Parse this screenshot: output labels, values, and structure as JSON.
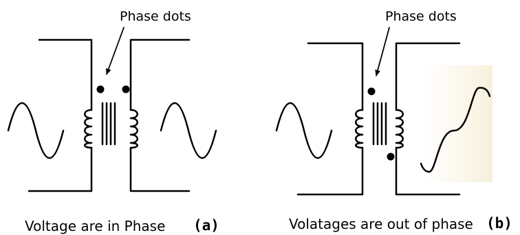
{
  "diagram_a": {
    "phase_dots_label": "Phase dots",
    "caption_text": "Voltage are in Phase",
    "caption_tag": "(a)"
  },
  "diagram_b": {
    "phase_dots_label": "Phase dots",
    "caption_text": "Volatages are out of phase",
    "caption_tag": "(b)"
  }
}
